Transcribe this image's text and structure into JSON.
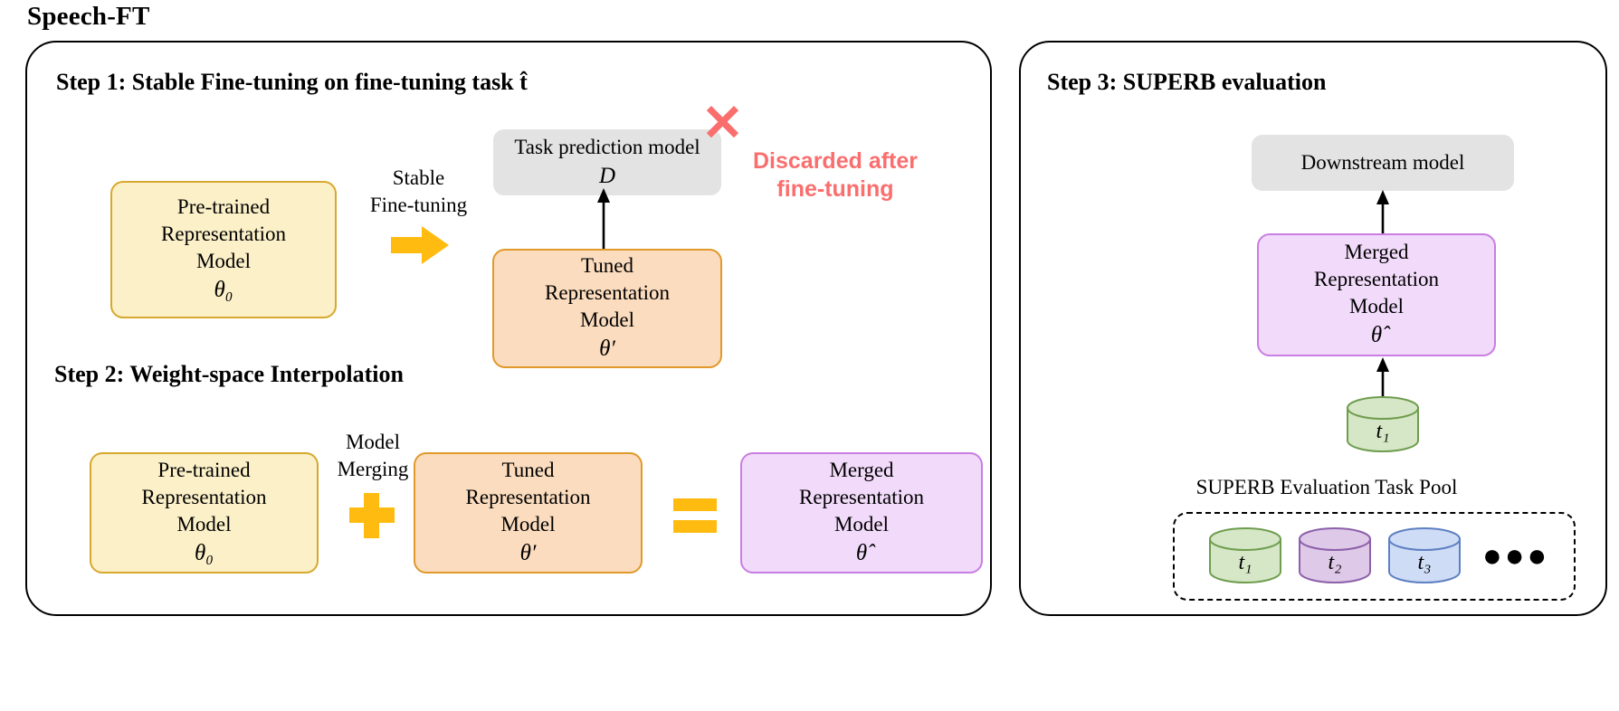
{
  "figure": {
    "title": "Speech-FT"
  },
  "panels": {
    "left": {
      "step1_title": "Step 1: Stable Fine-tuning on fine-tuning task t̂",
      "step2_title": "Step 2: Weight-space Interpolation"
    },
    "right": {
      "step3_title": "Step 3: SUPERB evaluation"
    }
  },
  "step1": {
    "pretrained_box": {
      "lines": [
        "Pre-trained",
        "Representation",
        "Model"
      ],
      "symbol": "θ₀",
      "fill": "#fcf0c8",
      "stroke": "#d6a92e"
    },
    "arrow_label": "Stable\nFine-tuning",
    "arrow_icon": "thick-right-arrow-icon",
    "arrow_color": "#ffbb10",
    "task_prediction_box": {
      "lines": [
        "Task prediction model"
      ],
      "symbol": "D",
      "fill": "#e3e3e3"
    },
    "discard_mark": "✕",
    "discard_note": "Discarded after\nfine-tuning",
    "discard_color": "#fa6e6e",
    "tuned_box": {
      "lines": [
        "Tuned",
        "Representation",
        "Model"
      ],
      "symbol": "θ′",
      "fill": "#fbdcbe",
      "stroke": "#e0992a"
    }
  },
  "step2": {
    "pretrained_box": {
      "lines": [
        "Pre-trained",
        "Representation",
        "Model"
      ],
      "symbol": "θ₀"
    },
    "merge_label": "Model\nMerging",
    "plus_sign": "+",
    "tuned_box": {
      "lines": [
        "Tuned",
        "Representation",
        "Model"
      ],
      "symbol": "θ′"
    },
    "equals_sign": "=",
    "merged_box": {
      "lines": [
        "Merged",
        "Representation",
        "Model"
      ],
      "symbol": "θ̂",
      "fill": "#f2dafa",
      "stroke": "#c87ee2"
    },
    "operator_color": "#ffbb10"
  },
  "step3": {
    "downstream_box": {
      "lines": [
        "Downstream model"
      ],
      "fill": "#e3e3e3"
    },
    "merged_box": {
      "lines": [
        "Merged",
        "Representation",
        "Model"
      ],
      "symbol": "θ̂",
      "fill": "#f2dafa",
      "stroke": "#c87ee2"
    },
    "selected_task": {
      "label": "t₁",
      "fill": "#d5e7c6",
      "stroke": "#6f9d4f"
    },
    "pool_label": "SUPERB Evaluation Task Pool",
    "pool_tasks": [
      {
        "label": "t₁",
        "fill": "#d5e7c6",
        "stroke": "#6f9d4f"
      },
      {
        "label": "t₂",
        "fill": "#dec9e8",
        "stroke": "#8d60aa"
      },
      {
        "label": "t₃",
        "fill": "#cfdcf6",
        "stroke": "#5d80c2"
      }
    ],
    "pool_more": "●●●"
  }
}
